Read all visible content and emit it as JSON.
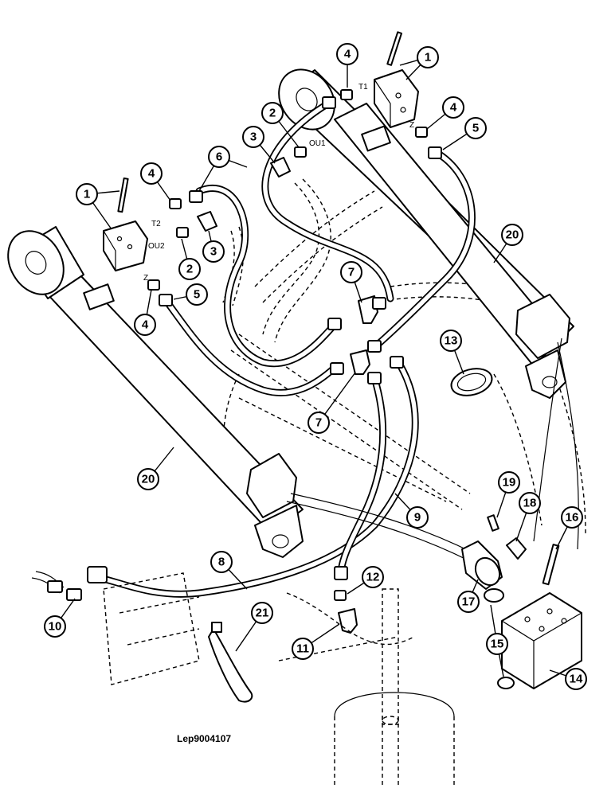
{
  "diagram": {
    "reference": "Lep9004107",
    "callouts": [
      {
        "id": "c1a",
        "label": "1"
      },
      {
        "id": "c1b",
        "label": "1"
      },
      {
        "id": "c2a",
        "label": "2"
      },
      {
        "id": "c2b",
        "label": "2"
      },
      {
        "id": "c3a",
        "label": "3"
      },
      {
        "id": "c3b",
        "label": "3"
      },
      {
        "id": "c4a",
        "label": "4"
      },
      {
        "id": "c4b",
        "label": "4"
      },
      {
        "id": "c4c",
        "label": "4"
      },
      {
        "id": "c4d",
        "label": "4"
      },
      {
        "id": "c5a",
        "label": "5"
      },
      {
        "id": "c5b",
        "label": "5"
      },
      {
        "id": "c6",
        "label": "6"
      },
      {
        "id": "c7a",
        "label": "7"
      },
      {
        "id": "c7b",
        "label": "7"
      },
      {
        "id": "c8",
        "label": "8"
      },
      {
        "id": "c9",
        "label": "9"
      },
      {
        "id": "c10",
        "label": "10"
      },
      {
        "id": "c11",
        "label": "11"
      },
      {
        "id": "c12",
        "label": "12"
      },
      {
        "id": "c13",
        "label": "13"
      },
      {
        "id": "c14",
        "label": "14"
      },
      {
        "id": "c15",
        "label": "15"
      },
      {
        "id": "c16",
        "label": "16"
      },
      {
        "id": "c17",
        "label": "17"
      },
      {
        "id": "c18",
        "label": "18"
      },
      {
        "id": "c19",
        "label": "19"
      },
      {
        "id": "c20a",
        "label": "20"
      },
      {
        "id": "c20b",
        "label": "20"
      },
      {
        "id": "c21",
        "label": "21"
      }
    ],
    "port_labels": {
      "t1": "T1",
      "ou1": "OU1",
      "t2": "T2",
      "ou2": "OU2",
      "z_right": "Z",
      "z_left": "Z"
    }
  }
}
